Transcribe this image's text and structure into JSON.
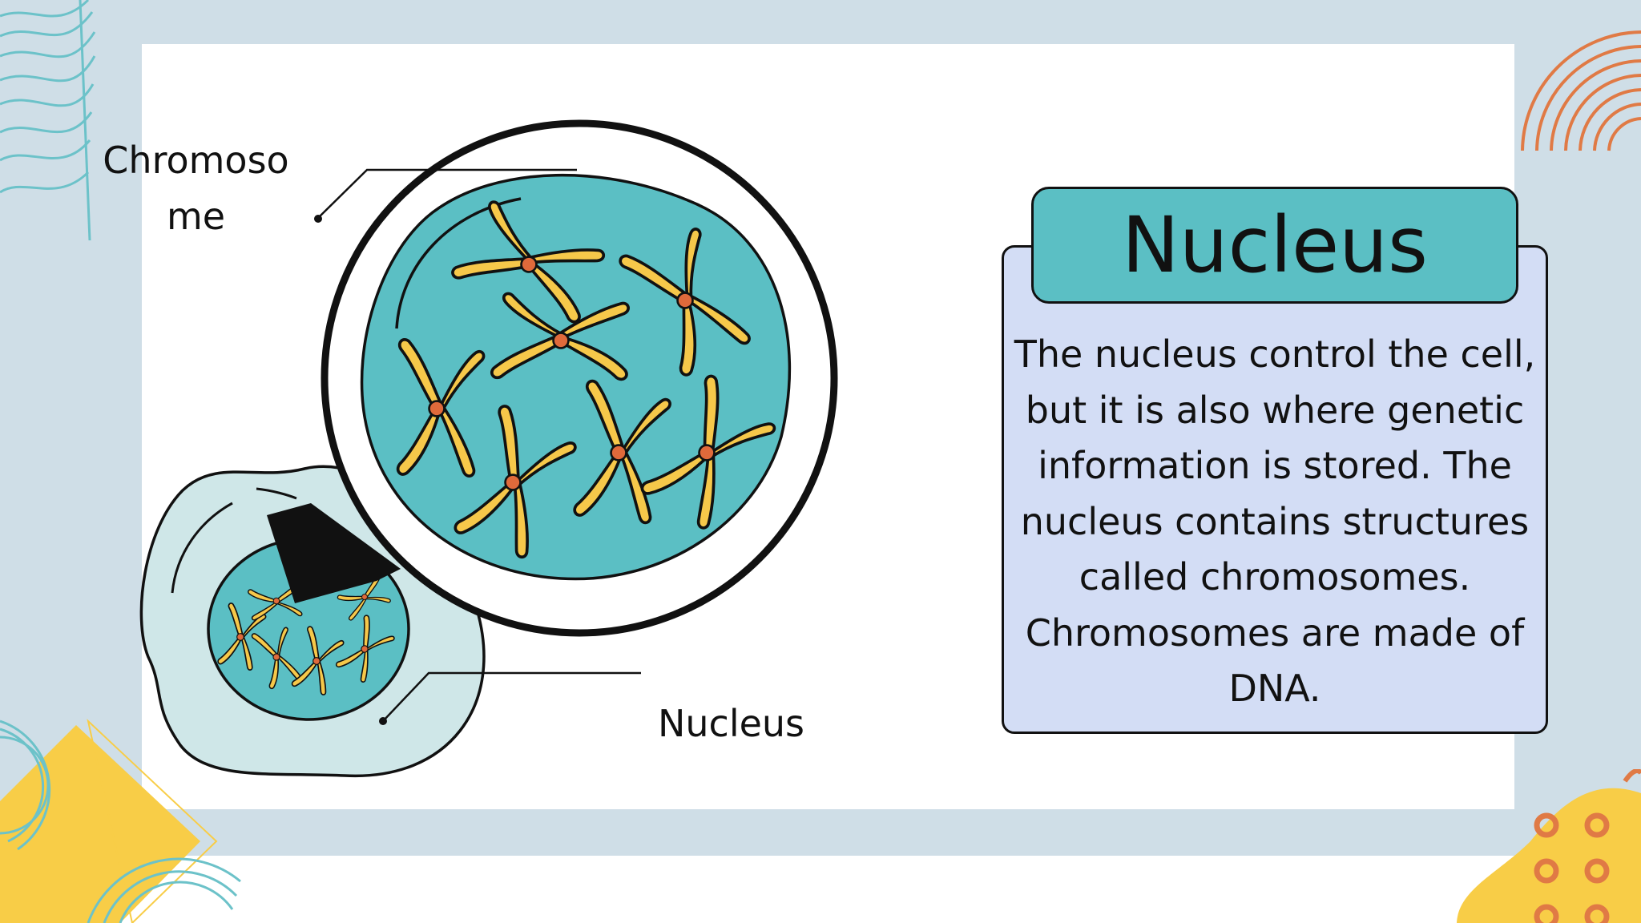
{
  "slide": {
    "title": "Nucleus",
    "description": "The nucleus control the cell, but it is also where genetic information is stored. The nucleus contains structures called chromosomes. Chromosomes are made of DNA."
  },
  "diagram": {
    "labels": {
      "chromosome": "Chromoso me",
      "nucleus": "Nucleus"
    }
  },
  "colors": {
    "frame": "#cfdee7",
    "nucleus_teal": "#5bbfc4",
    "cell_light": "#cfe7e8",
    "chromosome_yellow": "#f6c84a",
    "centromere": "#e06a3b",
    "info_box": "#d3ddf5",
    "deco_orange": "#e07a45",
    "deco_yellow": "#f8cd47",
    "deco_teal": "#6cc2c9"
  }
}
